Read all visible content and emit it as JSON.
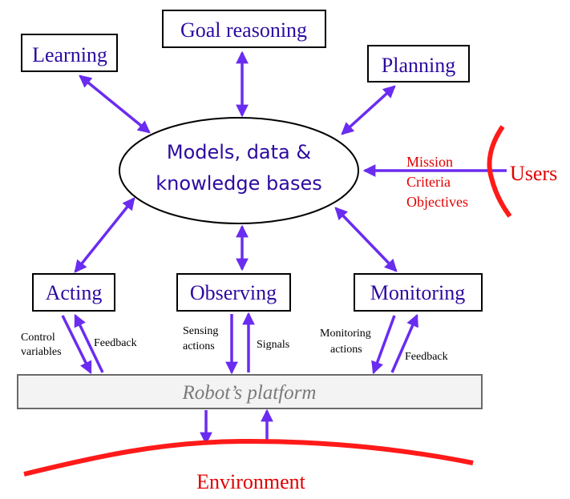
{
  "nodes": {
    "learning": "Learning",
    "goal_reasoning": "Goal reasoning",
    "planning": "Planning",
    "center_line1": "Models, data &",
    "center_line2": "knowledge bases",
    "acting": "Acting",
    "observing": "Observing",
    "monitoring": "Monitoring",
    "platform": "Robot’s platform"
  },
  "users": {
    "label": "Users",
    "inputs": [
      "Mission",
      "Criteria",
      "Objectives"
    ]
  },
  "environment": "Environment",
  "edge_labels": {
    "acting_down": [
      "Control",
      "variables"
    ],
    "acting_up": "Feedback",
    "observing_down": [
      "Sensing",
      "actions"
    ],
    "observing_up": "Signals",
    "monitoring_down": [
      "Monitoring",
      "actions"
    ],
    "monitoring_up": "Feedback"
  },
  "colors": {
    "arrow": "#6a2cf0",
    "text": "#2d0aa0",
    "red": "#e00000",
    "platform_fill": "#f3f3f3"
  }
}
